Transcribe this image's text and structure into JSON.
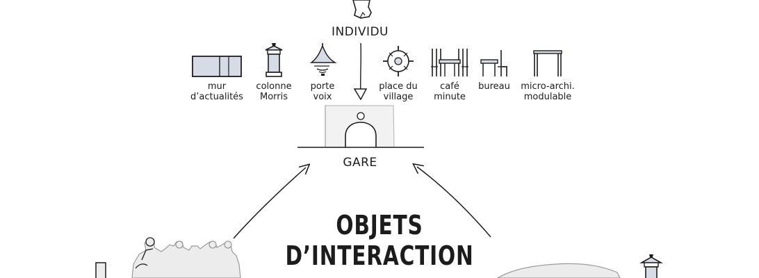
{
  "diagram": {
    "top_label": "INDIVIDU",
    "hub_label": "GARE",
    "title_lines": [
      "OBJETS",
      "D’INTERACTION"
    ],
    "objects": [
      {
        "id": "mur",
        "lines": [
          "mur",
          "d’actualités"
        ],
        "icon": "news-wall-icon"
      },
      {
        "id": "colonne",
        "lines": [
          "colonne",
          "Morris"
        ],
        "icon": "morris-column-icon"
      },
      {
        "id": "porte",
        "lines": [
          "porte",
          "voix"
        ],
        "icon": "megaphone-icon"
      },
      {
        "id": "place",
        "lines": [
          "place du",
          "village"
        ],
        "icon": "village-square-icon"
      },
      {
        "id": "cafe",
        "lines": [
          "café",
          "minute"
        ],
        "icon": "cafe-stand-icon"
      },
      {
        "id": "bureau",
        "lines": [
          "bureau"
        ],
        "icon": "desk-icon"
      },
      {
        "id": "micro",
        "lines": [
          "micro-archi.",
          "modulable"
        ],
        "icon": "modular-frame-icon"
      }
    ],
    "colors": {
      "ink": "#1c1c1c",
      "fill_light": "#d6dbe6",
      "fill_grey": "#ececec"
    }
  }
}
